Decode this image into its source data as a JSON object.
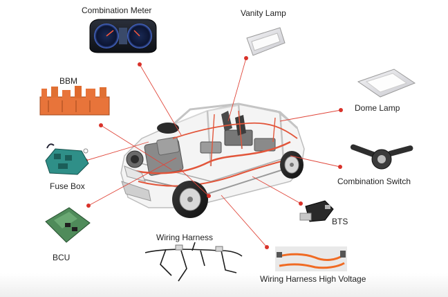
{
  "labels": {
    "combination_meter": "Combination Meter",
    "vanity_lamp": "Vanity Lamp",
    "bbm": "BBM",
    "dome_lamp": "Dome Lamp",
    "fuse_box": "Fuse Box",
    "combination_switch": "Combination Switch",
    "bts": "BTS",
    "bcu": "BCU",
    "wiring_harness": "Wiring Harness",
    "wiring_harness_hv": "Wiring Harness High Voltage"
  },
  "colors": {
    "leader": "#e0463a",
    "dot": "#d9322a",
    "harness": "#e2553a",
    "car_frame": "#c8c8c8",
    "car_body": "#f2f2f2"
  }
}
